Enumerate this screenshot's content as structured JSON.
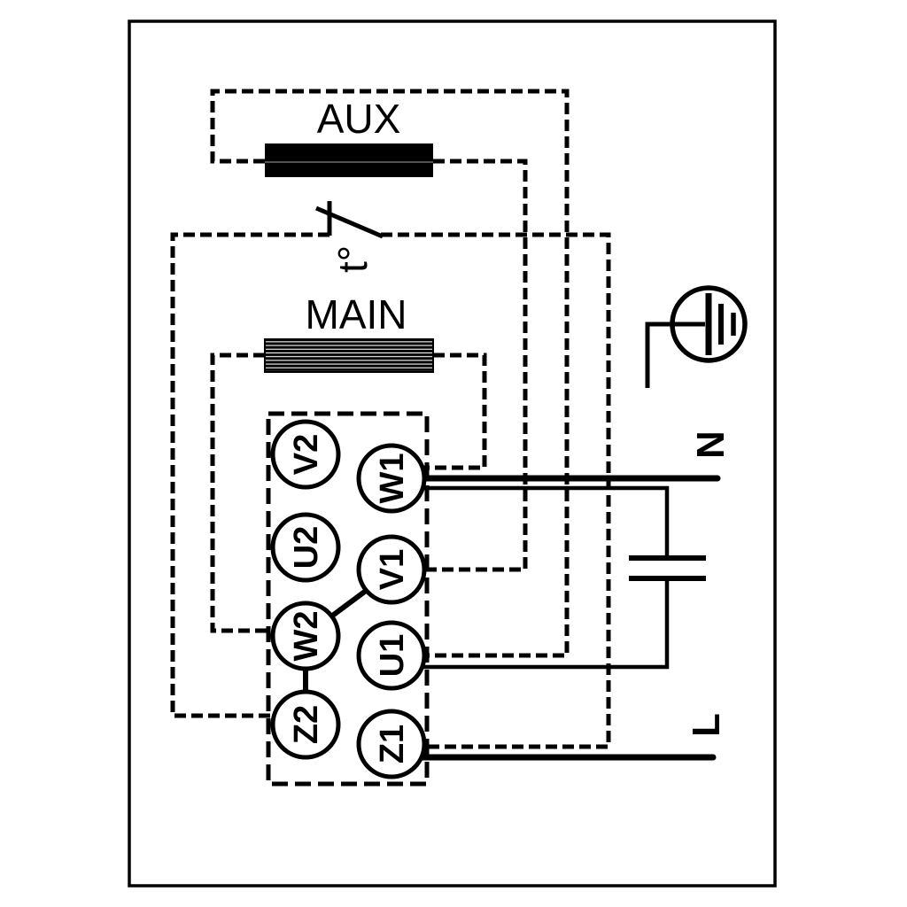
{
  "colors": {
    "line": "#000000",
    "background": "#ffffff"
  },
  "windings": {
    "aux_label": "AUX",
    "main_label": "MAIN"
  },
  "thermal_switch": {
    "label": "t°"
  },
  "power": {
    "neutral_label": "N",
    "live_label": "L"
  },
  "terminal_block": {
    "left_column": [
      "V2",
      "U2",
      "W2",
      "Z2"
    ],
    "right_column": [
      "W1",
      "V1",
      "U1",
      "Z1"
    ]
  }
}
